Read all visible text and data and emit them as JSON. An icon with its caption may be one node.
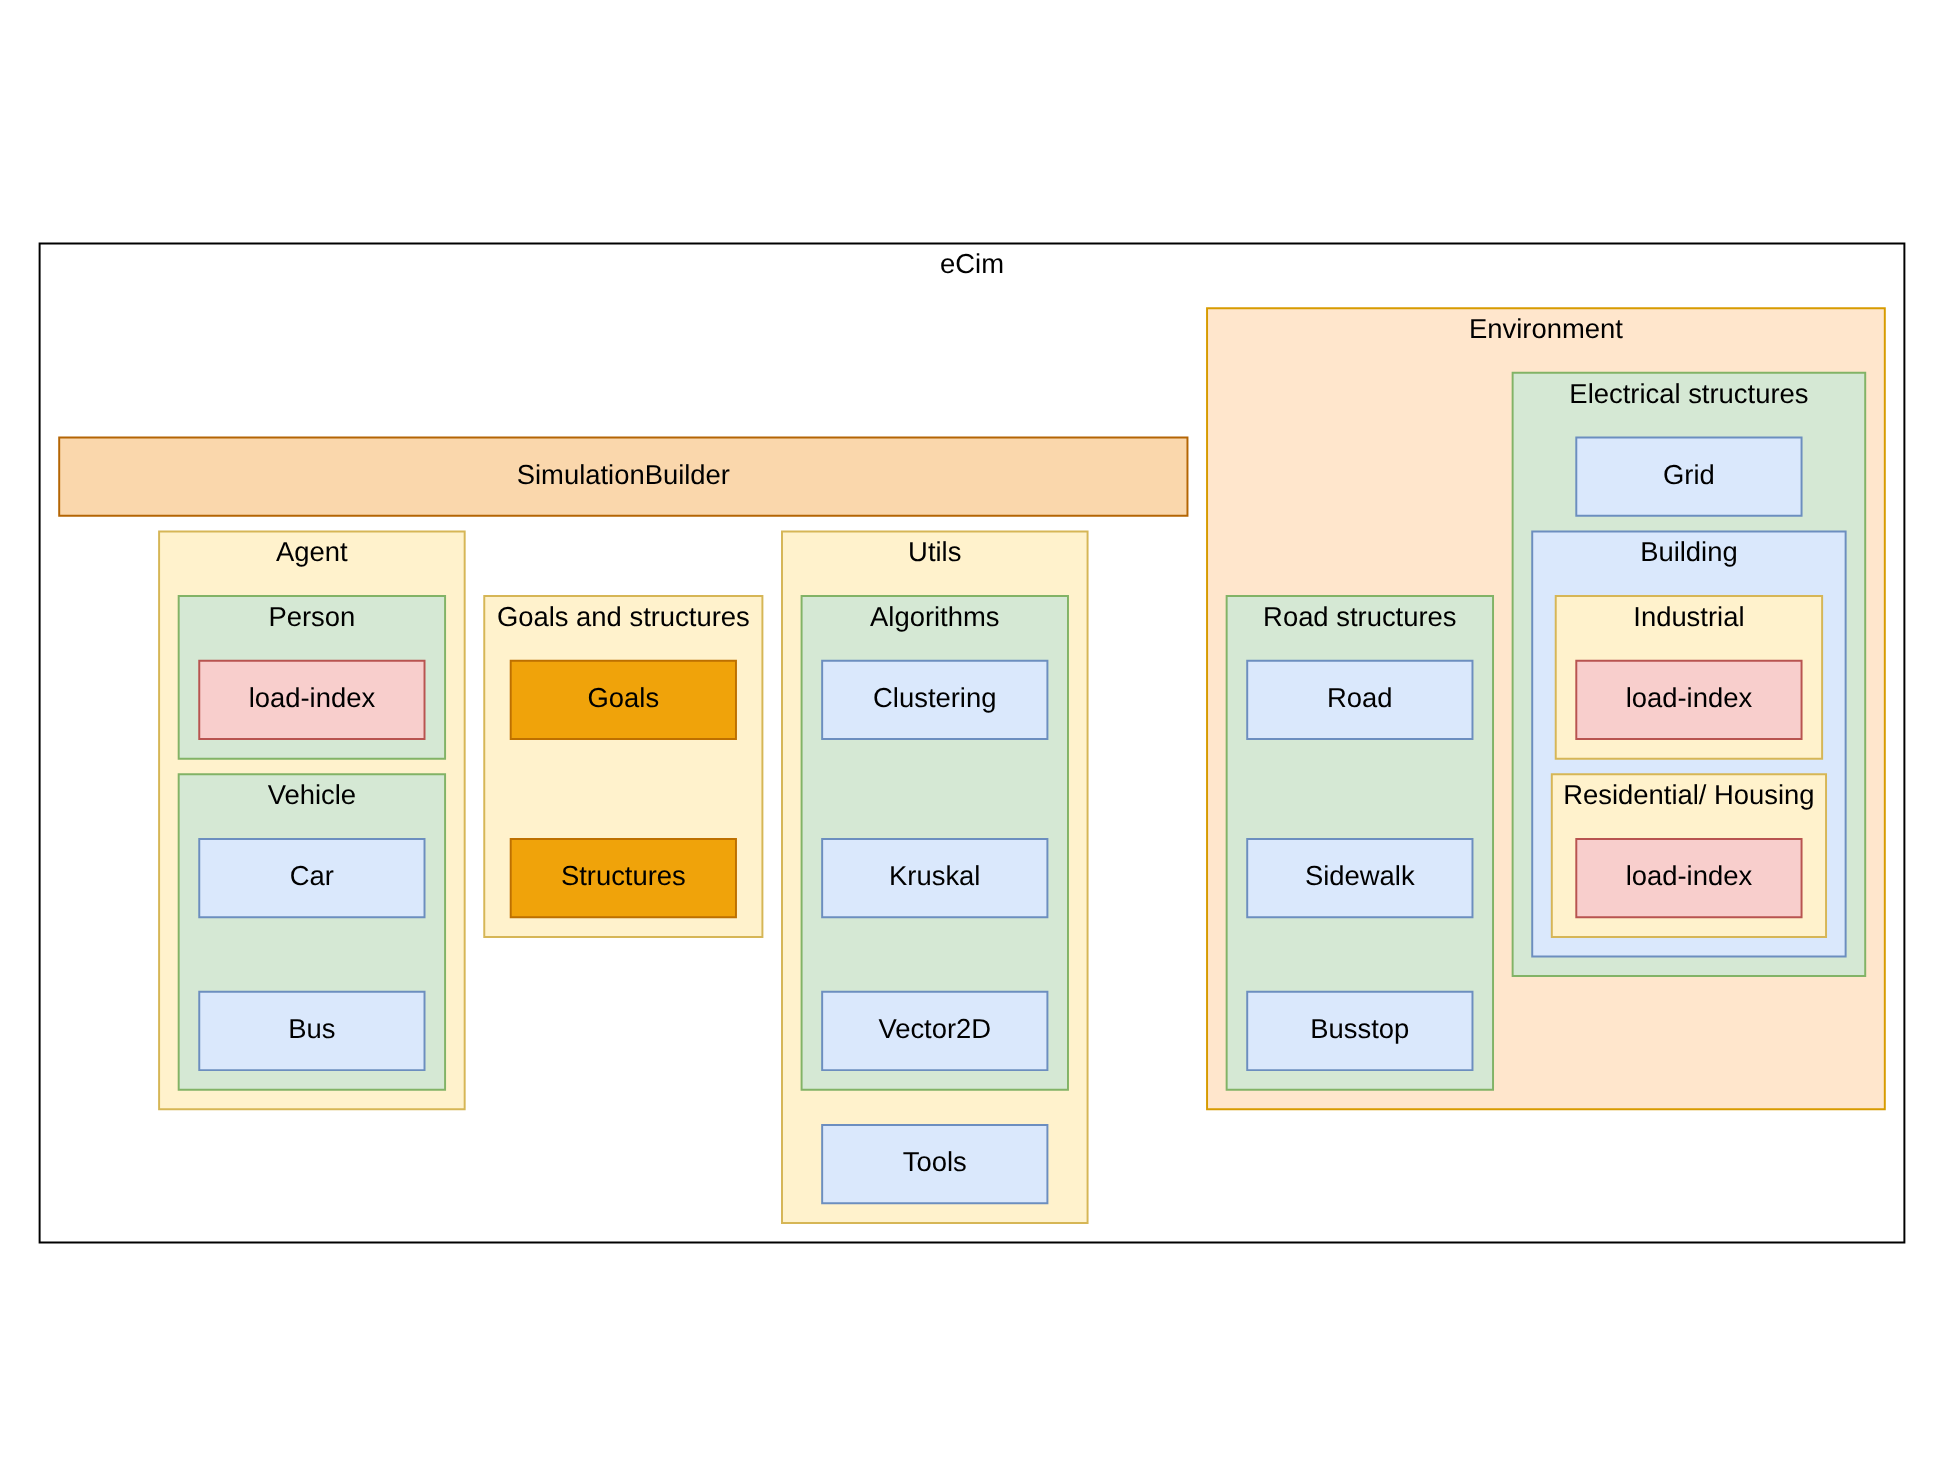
{
  "diagram": {
    "nodes": [
      {
        "text": [
          "eCim"
        ]
      },
      {
        "text": [
          "SimulationBuilder"
        ],
        "in": 0
      },
      {
        "text": [
          "Agent"
        ],
        "in": 0
      },
      {
        "text": [
          "Person"
        ],
        "in": 2
      },
      {
        "text": [
          "load-index"
        ],
        "in": 3
      },
      {
        "text": [
          "Vehicle"
        ],
        "in": 2
      },
      {
        "text": [
          "Car"
        ],
        "in": 5
      },
      {
        "text": [
          "Bus"
        ],
        "in": 5
      },
      {
        "text": [
          "Environment"
        ],
        "in": 0
      },
      {
        "text": [
          "Road structures"
        ],
        "in": 8
      },
      {
        "text": [
          "Road"
        ],
        "in": 9
      },
      {
        "text": [
          "Sidewalk"
        ],
        "in": 9
      },
      {
        "text": [
          "Busstop"
        ],
        "in": 9
      },
      {
        "text": [
          "Electrical structures"
        ],
        "in": 8
      },
      {
        "text": [
          "Grid"
        ],
        "in": 13
      },
      {
        "text": [
          "Building"
        ],
        "in": 13
      },
      {
        "text": [
          "Industrial"
        ],
        "in": 15
      },
      {
        "text": [
          "load-index"
        ],
        "in": 16
      },
      {
        "text": [
          "Residential/ Housing"
        ],
        "in": 15
      },
      {
        "text": [
          "load-index"
        ],
        "in": 18
      },
      {
        "text": [
          "Goals and structures"
        ],
        "in": 0
      },
      {
        "text": [
          "Goals"
        ],
        "in": 20
      },
      {
        "text": [
          "Structures"
        ],
        "in": 20
      },
      {
        "text": [
          "Utils"
        ],
        "in": 0
      },
      {
        "text": [
          "Algorithms"
        ],
        "in": 23
      },
      {
        "text": [
          "Clustering"
        ],
        "in": 24
      },
      {
        "text": [
          "Kruskal"
        ],
        "in": 24
      },
      {
        "text": [
          "Vector2D"
        ],
        "in": 24
      },
      {
        "text": [
          "Tools"
        ],
        "in": 23
      }
    ],
    "edges": []
  }
}
